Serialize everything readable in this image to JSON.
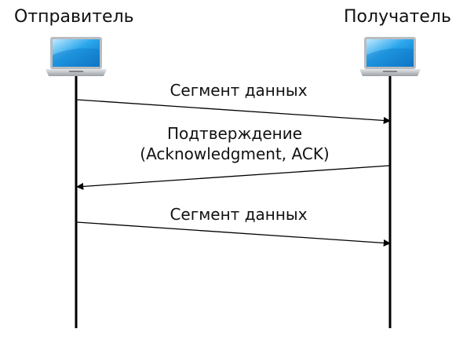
{
  "sender": {
    "label": "Отправитель",
    "icon": "laptop-icon"
  },
  "receiver": {
    "label": "Получатель",
    "icon": "laptop-icon"
  },
  "messages": [
    {
      "line1": "Сегмент данных",
      "line2": "",
      "direction": "sender-to-receiver"
    },
    {
      "line1": "Подтверждение",
      "line2": "(Acknowledgment, ACK)",
      "direction": "receiver-to-sender"
    },
    {
      "line1": "Сегмент данных",
      "line2": "",
      "direction": "sender-to-receiver"
    }
  ],
  "colors": {
    "screen_blue": "#1e9be6",
    "screen_light": "#8fd6ff",
    "laptop_body": "#c9ccd0",
    "line": "#000000"
  }
}
